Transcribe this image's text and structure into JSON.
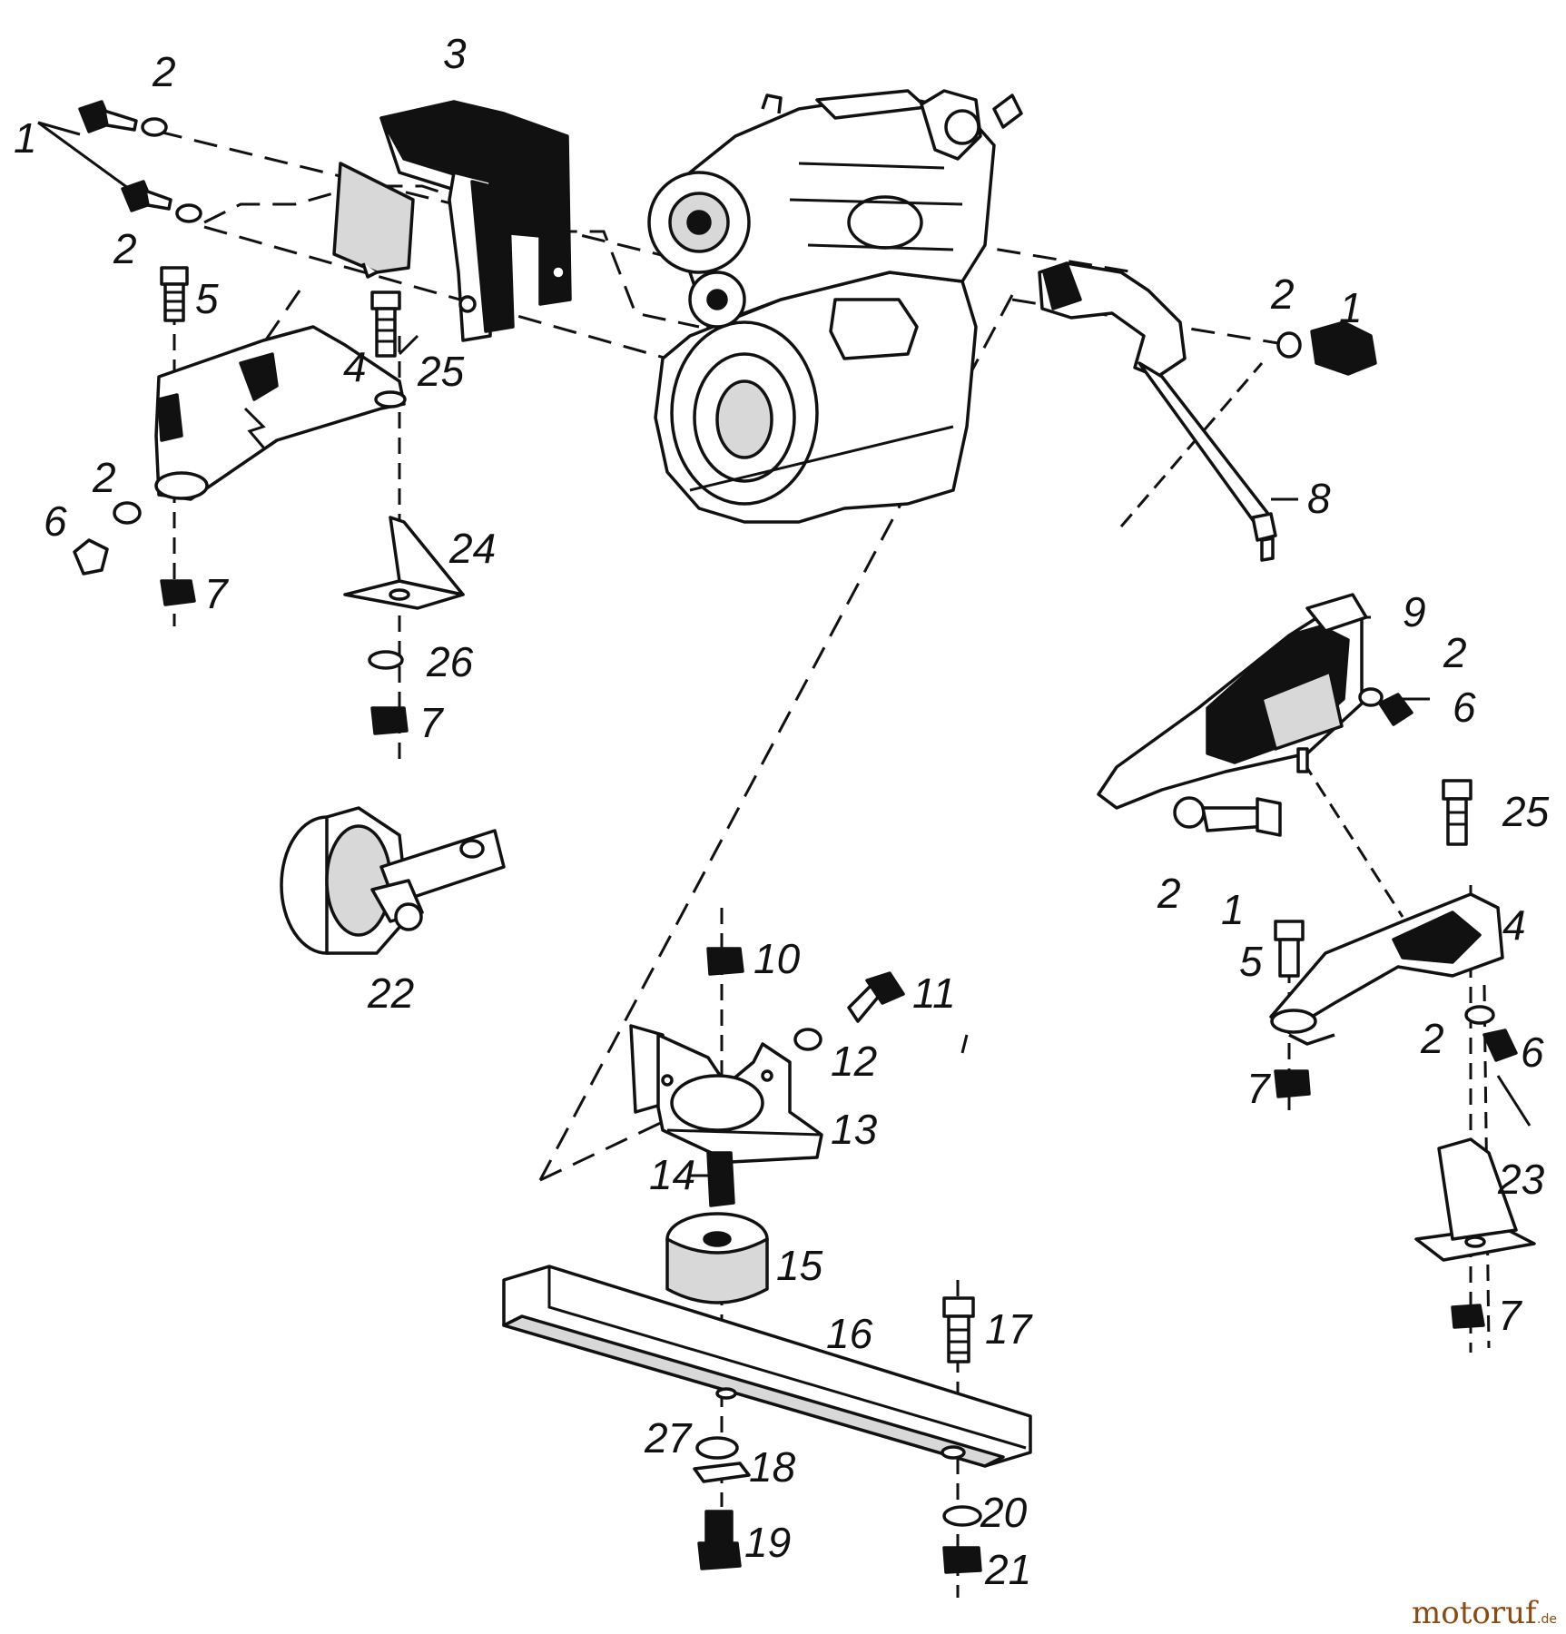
{
  "labels": {
    "l1a": "1",
    "l2a": "2",
    "l2b": "2",
    "l3": "3",
    "l5a": "5",
    "l4a": "4",
    "l25a": "25",
    "l2c": "2",
    "l6a": "6",
    "l7a": "7",
    "l24": "24",
    "l26": "26",
    "l7b": "7",
    "l22": "22",
    "l2d": "2",
    "l1b": "1",
    "l8": "8",
    "l9": "9",
    "l2e": "2",
    "l6b": "6",
    "l2f": "2",
    "l1c": "1",
    "l25b": "25",
    "l4b": "4",
    "l5b": "5",
    "l2g": "2",
    "l6c": "6",
    "l7c": "7",
    "l23": "23",
    "l7d": "7",
    "l10": "10",
    "l11": "11",
    "l12": "12",
    "l13": "13",
    "l14": "14",
    "l15": "15",
    "l16": "16",
    "l17": "17",
    "l27": "27",
    "l18": "18",
    "l19": "19",
    "l20": "20",
    "l21": "21"
  },
  "watermark": {
    "brand": "motoruf",
    "suffix": ".de"
  },
  "colors": {
    "line": "#111111",
    "paper": "#ffffff",
    "watermark": "#8a4a12"
  },
  "icons": [
    "engine-icon",
    "mount-bracket-icon",
    "bolt-icon",
    "washer-icon",
    "nut-icon",
    "rubber-buffer-icon",
    "rail-icon"
  ]
}
